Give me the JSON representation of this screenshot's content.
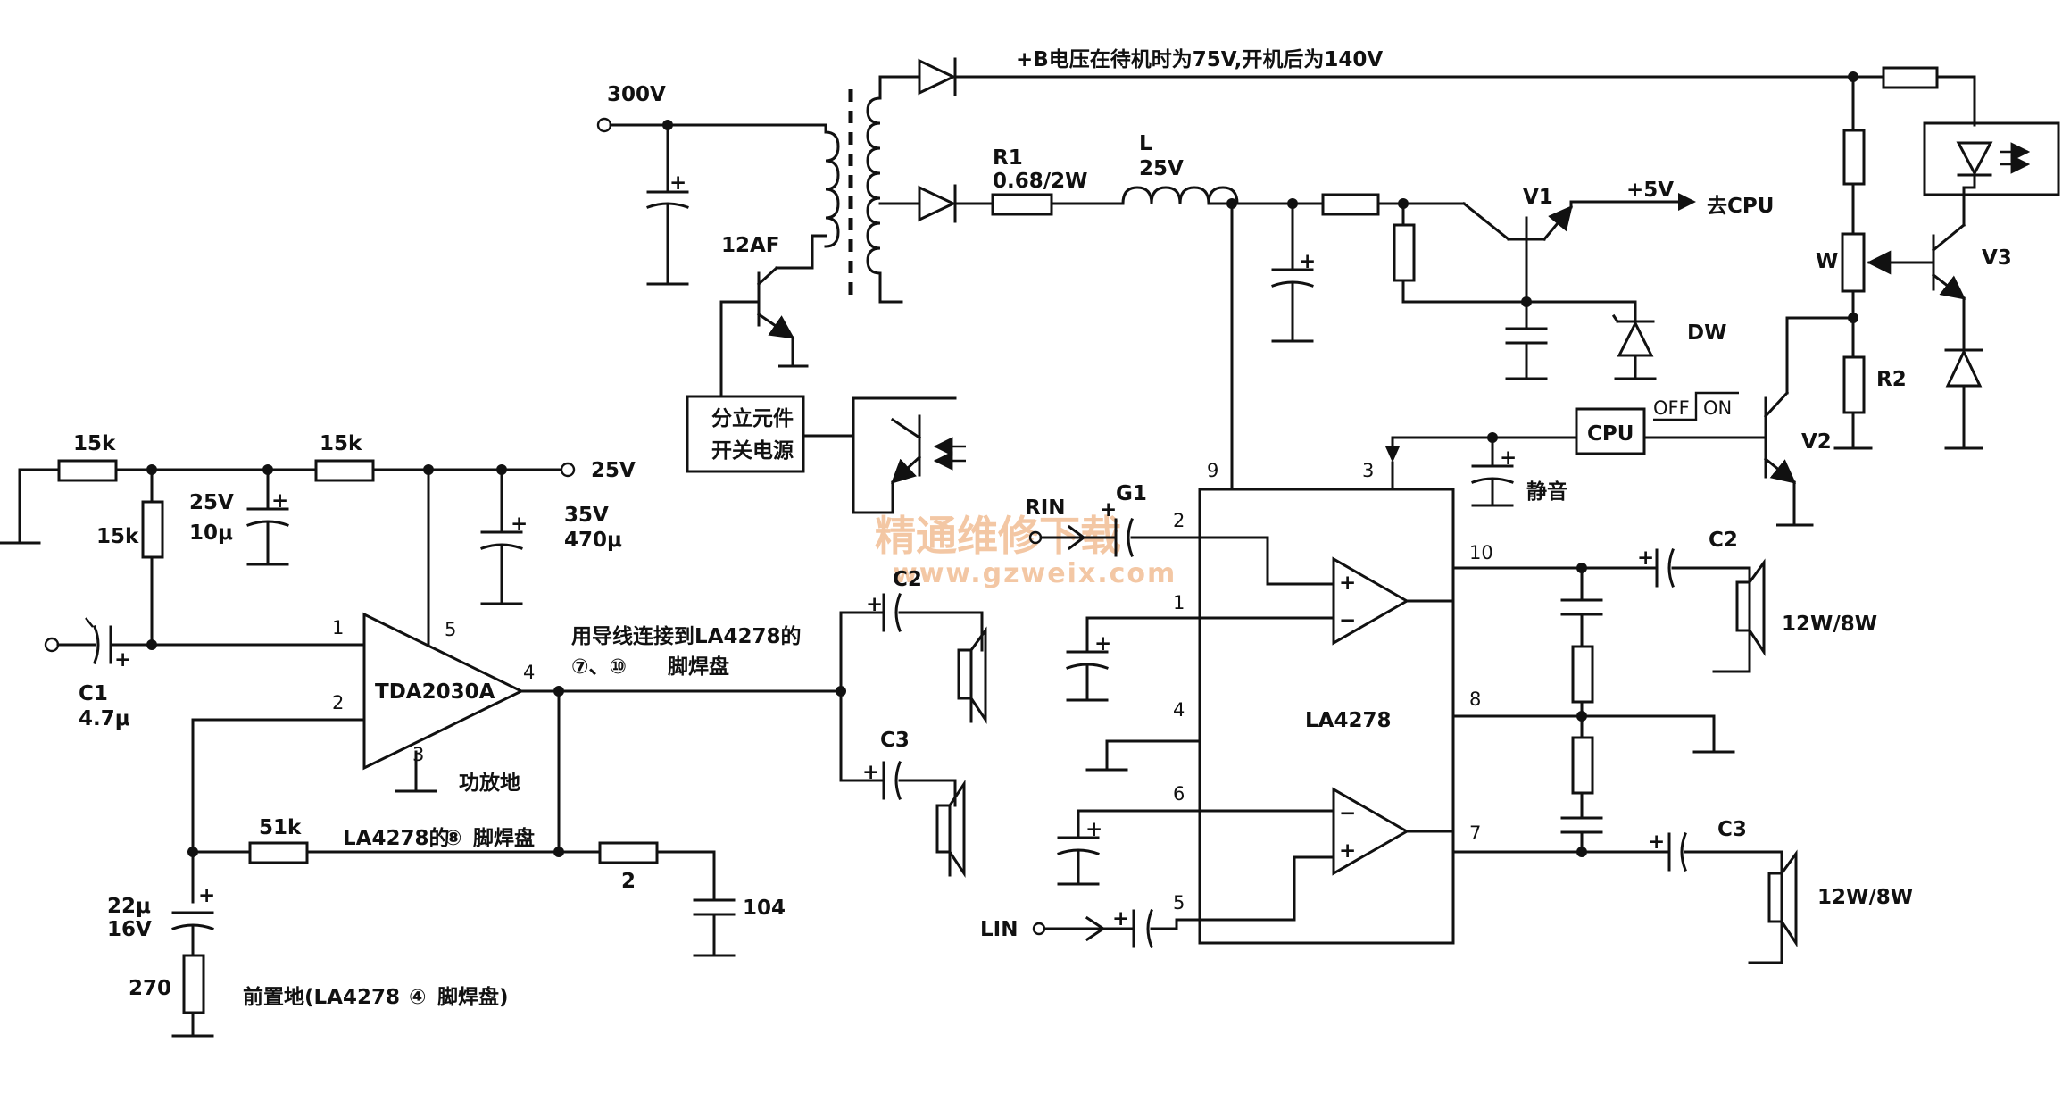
{
  "diagram": {
    "top_note": "+B电压在待机时为75V,开机后为140V",
    "supply": {
      "v300": "300V",
      "q12af": "12AF",
      "smps_line1": "分立元件",
      "smps_line2": "开关电源",
      "r1_name": "R1",
      "r1_value": "0.68/2W",
      "l_name": "L",
      "l_value": "25V",
      "v1": "V1",
      "plus5v": "+5V",
      "to_cpu": "去CPU",
      "dw": "DW",
      "w": "W",
      "v3": "V3",
      "r2": "R2",
      "v2": "V2",
      "cpu": "CPU",
      "off": "OFF",
      "on": "ON",
      "mute": "静音"
    },
    "left_amp": {
      "r_15k_a": "15k",
      "r_15k_b": "15k",
      "r_15k_c": "15k",
      "v25": "25V",
      "cap_25v": "25V",
      "cap_10u": "10μ",
      "cap_35v": "35V",
      "cap_470u": "470μ",
      "c1_name": "C1",
      "c1_value": "4.7μ",
      "chip": "TDA2030A",
      "pin1": "1",
      "pin2": "2",
      "pin3": "3",
      "pin4": "4",
      "pin5": "5",
      "amp_gnd": "功放地",
      "note_line1": "用导线连接到LA4278的",
      "note_line2a": "⑦、⑩",
      "note_line2b": "脚焊盘",
      "r51k": "51k",
      "pad8_a": "LA4278的",
      "pad8_b": "⑧",
      "pad8_c": "脚焊盘",
      "r2_value": "2",
      "cap104": "104",
      "cap_22u": "22μ",
      "cap_16v": "16V",
      "r270": "270",
      "pre_gnd_a": "前置地(LA4278",
      "pre_gnd_b": "④",
      "pre_gnd_c": "脚焊盘)",
      "c2": "C2",
      "c3": "C3"
    },
    "la4278": {
      "chip": "LA4278",
      "rin": "RIN",
      "lin": "LIN",
      "g1": "G1",
      "pin1": "1",
      "pin2": "2",
      "pin3": "3",
      "pin4": "4",
      "pin5": "5",
      "pin6": "6",
      "pin7": "7",
      "pin8": "8",
      "pin9": "9",
      "pin10": "10",
      "c2": "C2",
      "c3": "C3",
      "spk_top": "12W/8W",
      "spk_bottom": "12W/8W"
    },
    "watermark": {
      "cn": "精通维修下载",
      "url": "www.gzweix.com"
    }
  }
}
